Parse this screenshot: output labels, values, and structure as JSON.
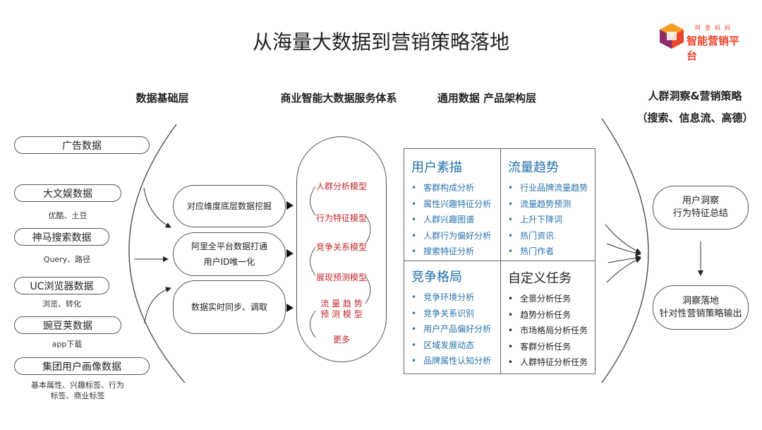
{
  "title": "从海量大数据到营销策略落地",
  "logo": {
    "small_text": "阿里妈妈",
    "text": "智能营销平台",
    "colors": [
      "#e8452c",
      "#f39c1f",
      "#8e2a6b"
    ]
  },
  "headers": {
    "col1": "数据基础层",
    "col2": "商业智能大数据服务体系",
    "col3": "通用数据 产品架构层",
    "col4_line1": "人群洞察&营销策略",
    "col4_line2": "（搜索、信息流、高德）"
  },
  "sources": [
    {
      "label": "广告数据",
      "sub": ""
    },
    {
      "label": "大文娱数据",
      "sub": "优酷、土豆"
    },
    {
      "label": "神马搜索数据",
      "sub": "Query、路径"
    },
    {
      "label": "UC浏览器数据",
      "sub": "浏览、转化"
    },
    {
      "label": "豌豆荚数据",
      "sub": "app下载"
    },
    {
      "label": "集团用户画像数据",
      "sub1": "基本属性、兴趣标签、行为",
      "sub2": "标签、商业标签"
    }
  ],
  "processing": [
    {
      "line1": "对应维度底层数据挖掘"
    },
    {
      "line1": "阿里全平台数据打通",
      "line2": "用户ID唯一化"
    },
    {
      "line1": "数据实时同步、调取"
    }
  ],
  "models": [
    "人群分析模型",
    "行为特征模型",
    "竞争关系模型",
    "展现预测模型",
    "流 量 趋 势",
    "预 测 模 型",
    "更多"
  ],
  "quadrants": [
    {
      "title": "用户素描",
      "items": [
        "客群构成分析",
        "属性兴趣特征分析",
        "人群兴趣图谱",
        "人群行为偏好分析",
        "搜索特征分析"
      ]
    },
    {
      "title": "流量趋势",
      "items": [
        "行业品牌流量趋势",
        "流量趋势预测",
        "上升下降词",
        "热门资讯",
        "热门作者"
      ]
    },
    {
      "title": "竞争格局",
      "items": [
        "竞争环境分析",
        "竞争关系识别",
        "用户产品偏好分析",
        "区域发展动态",
        "品牌属性认知分析"
      ]
    },
    {
      "title": "自定义任务",
      "items": [
        "全景分析任务",
        "趋势分析任务",
        "市场格局分析任务",
        "客群分析任务",
        "人群特征分析任务"
      ]
    }
  ],
  "outputs": [
    {
      "line1": "用户洞察",
      "line2": "行为特征总结"
    },
    {
      "line1": "洞察落地",
      "line2": "针对性营销策略输出"
    }
  ],
  "colors": {
    "accent_blue": "#1f6fa8",
    "model_red": "#c0282e"
  }
}
